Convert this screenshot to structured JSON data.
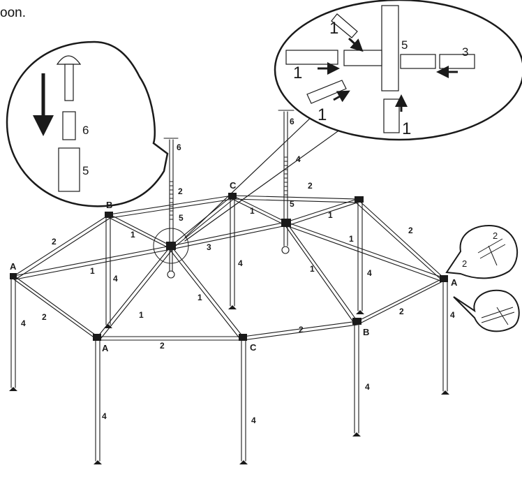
{
  "caption": "oon.",
  "corner_labels": {
    "A": "A",
    "B": "B",
    "C": "C"
  },
  "part_labels": {
    "p1": "1",
    "p2": "2",
    "p3": "3",
    "p4": "4",
    "p5": "5",
    "p6": "6"
  },
  "callout_left": {
    "a": "6",
    "b": "5"
  },
  "callout_top": {
    "a": "1",
    "b": "5",
    "c": "3",
    "d": "1",
    "e": "1",
    "f": "1"
  },
  "callout_right": {
    "a": "2",
    "b": "2"
  },
  "colors": {
    "line": "#1a1a1a",
    "pole_fill": "#f4f4f4"
  }
}
